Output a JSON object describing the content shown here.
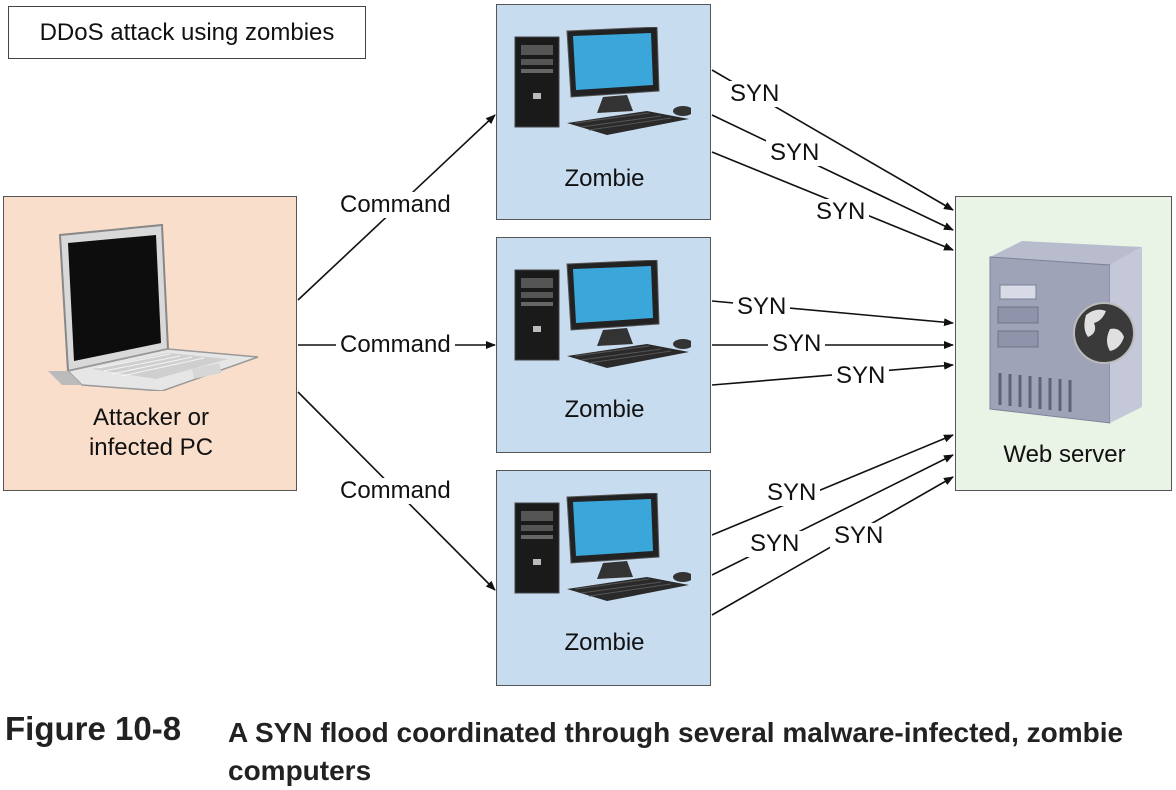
{
  "diagram": {
    "title": "DDoS attack using zombies",
    "attacker_label_line1": "Attacker or",
    "attacker_label_line2": "infected PC",
    "zombie_label": "Zombie",
    "server_label": "Web server",
    "command_label": "Command",
    "syn_label": "SYN"
  },
  "caption": {
    "figure_number": "Figure 10-8",
    "text": "A SYN flood coordinated through several malware-infected, zombie computers"
  },
  "colors": {
    "attacker_fill": "#f9dfcb",
    "zombie_fill": "#c8dcf0",
    "server_fill": "#eaf4e6"
  },
  "icons": {
    "attacker": "laptop-icon",
    "zombie": "desktop-computer-icon",
    "server": "web-server-icon"
  }
}
